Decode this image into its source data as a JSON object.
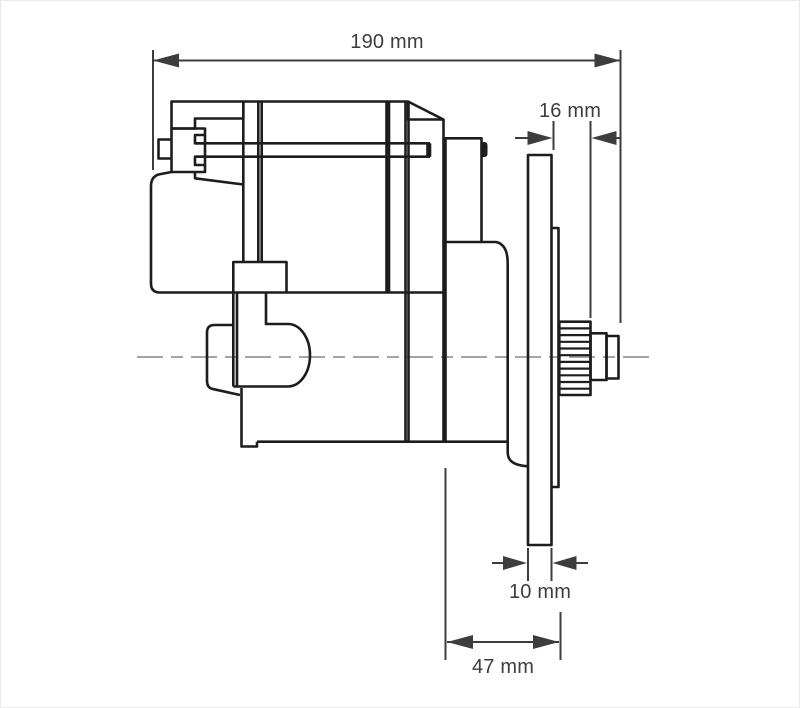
{
  "diagram": {
    "type": "technical-dimension-drawing",
    "subject": "starter-motor-side-view",
    "units": "mm",
    "dimensions": {
      "overall_length": {
        "label": "190 mm",
        "value_mm": 190,
        "orientation": "horizontal",
        "position": "top"
      },
      "pinion_projection": {
        "label": "16 mm",
        "value_mm": 16,
        "orientation": "horizontal",
        "position": "upper-right"
      },
      "flange_thickness": {
        "label": "10 mm",
        "value_mm": 10,
        "orientation": "horizontal",
        "position": "lower-right"
      },
      "nose_depth": {
        "label": "47 mm",
        "value_mm": 47,
        "orientation": "horizontal",
        "position": "bottom"
      }
    },
    "colors": {
      "line": "#1d1d1d",
      "dimension": "#3d3d3d",
      "centerline": "#a3a3a3",
      "background": "#ffffff"
    }
  }
}
